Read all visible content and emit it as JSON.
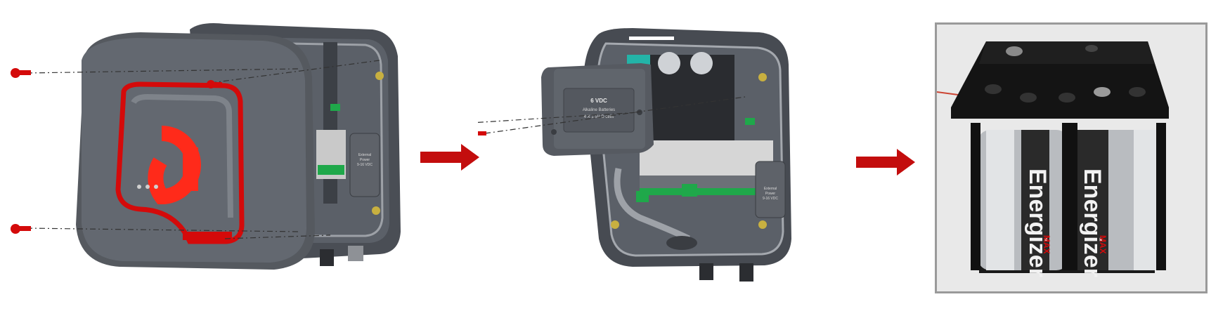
{
  "colors": {
    "accent_red": "#d40a0a",
    "housing_dark": "#4d5158",
    "housing_mid": "#6a6f77",
    "terminal_green": "#1fa84a",
    "teal_connector": "#23b4a8"
  },
  "battery_cover": {
    "voltage": "6 VDC",
    "line2": "Alkaline Batteries",
    "line3": "4 X 1.5V D cells"
  },
  "external_power_label": {
    "line1": "External",
    "line2": "Power",
    "line3": "9-16 VDC"
  },
  "battery_brand": "Energizer",
  "battery_model": "MAX"
}
